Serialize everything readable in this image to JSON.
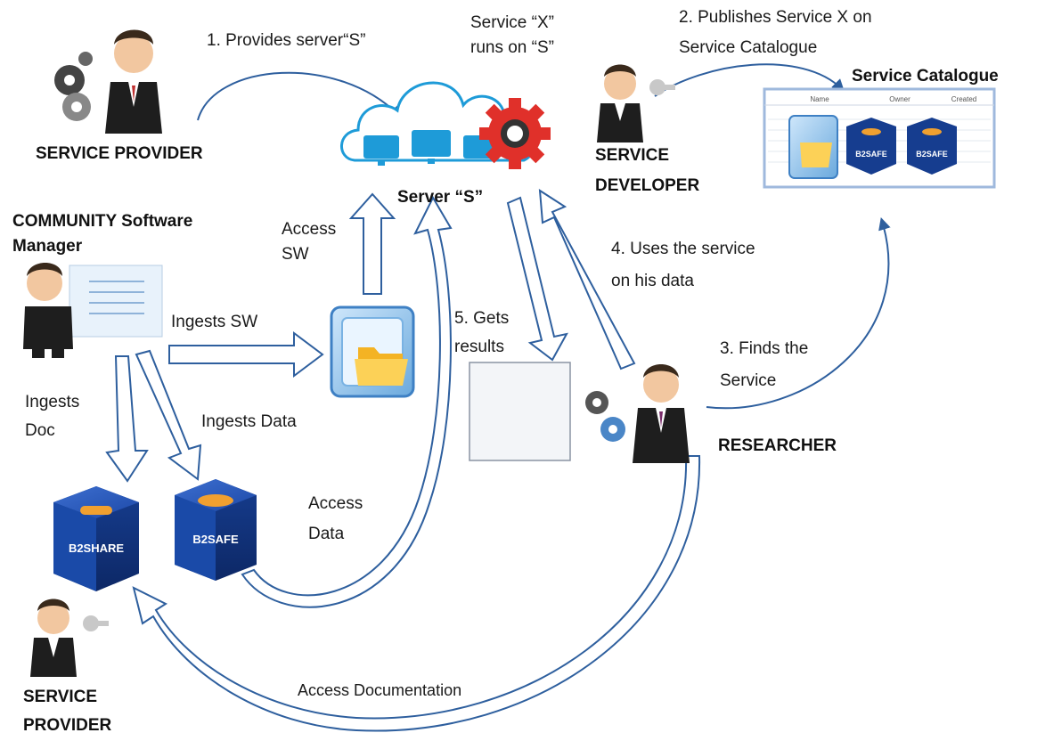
{
  "labels": {
    "provides_server": "1. Provides server“S”",
    "service_x_line1": "Service “X”",
    "service_x_line2": "runs on “S”",
    "publishes_line1": "2. Publishes Service X  on",
    "publishes_line2": "Service Catalogue",
    "service_catalogue": "Service Catalogue",
    "server_s": "Server “S”",
    "access_sw_line1": "Access",
    "access_sw_line2": "SW",
    "uses_service_line1": "4. Uses the service",
    "uses_service_line2": "on his data",
    "gets_results_line1": "5. Gets",
    "gets_results_line2": "results",
    "finds_service_line1": "3. Finds the",
    "finds_service_line2": "Service",
    "ingests_sw": "Ingests SW",
    "ingests_doc_line1": "Ingests",
    "ingests_doc_line2": "Doc",
    "ingests_data": "Ingests Data",
    "access_data_line1": "Access",
    "access_data_line2": "Data",
    "access_documentation": "Access Documentation"
  },
  "actors": {
    "service_provider_top": "SERVICE  PROVIDER",
    "community_line1": "COMMUNITY  Software",
    "community_line2": "Manager",
    "service_developer_line1": "SERVICE",
    "service_developer_line2": "DEVELOPER",
    "researcher": "RESEARCHER",
    "service_provider_bottom_line1": "SERVICE",
    "service_provider_bottom_line2": "PROVIDER"
  },
  "logos": {
    "b2share": "B2SHARE",
    "b2safe": "B2SAFE",
    "b2safe_catalogue_1": "B2SAFE",
    "b2safe_catalogue_2": "B2SAFE"
  },
  "catalogue_columns": [
    "Name",
    "Owner",
    "Created"
  ],
  "colors": {
    "community_red": "#e0201e",
    "cloud_blue": "#1e9bd8",
    "gear_red": "#e0302a",
    "cube_blue": "#123a8c"
  }
}
